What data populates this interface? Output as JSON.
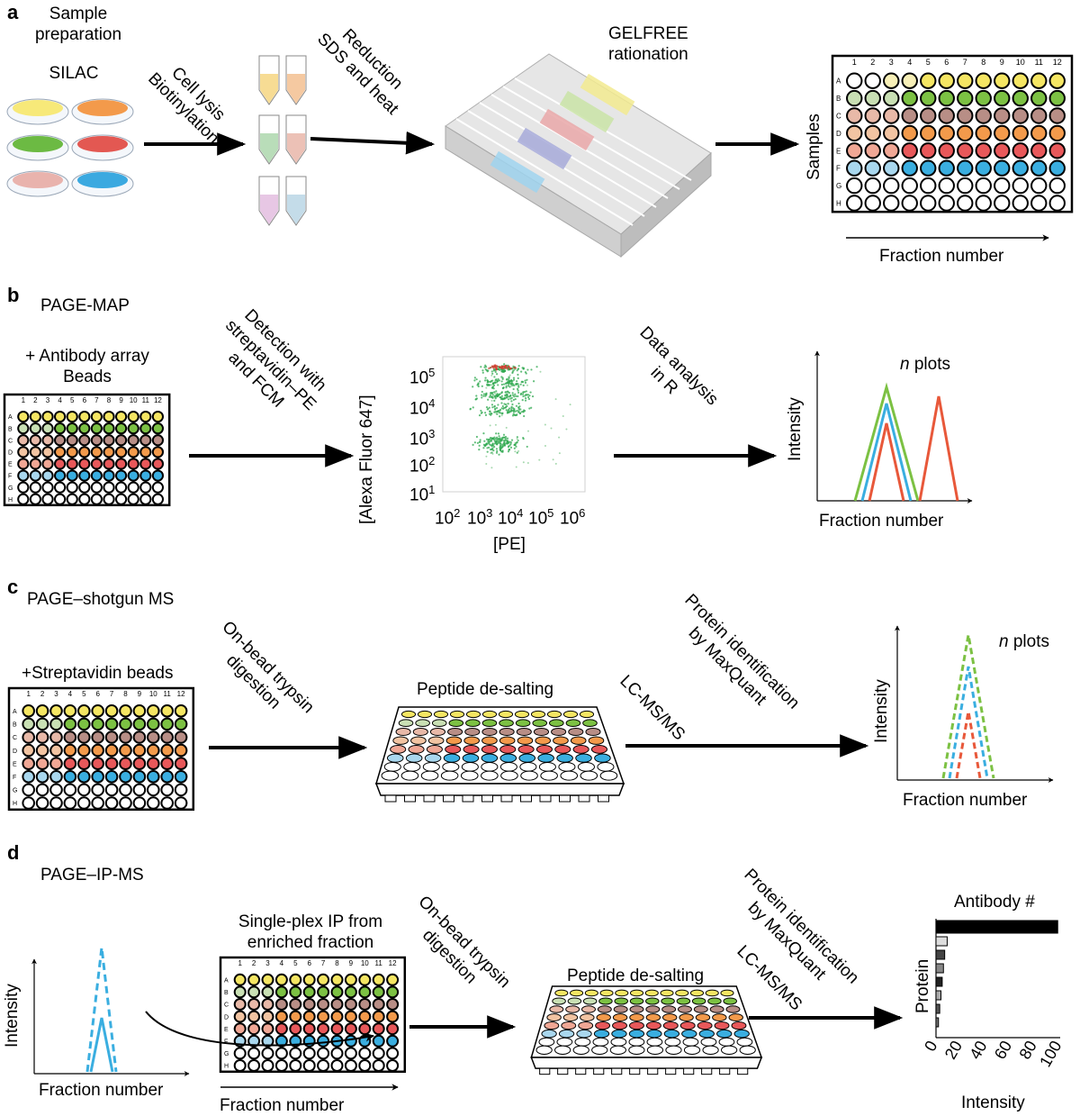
{
  "panels": {
    "a": {
      "letter": "a",
      "sample_prep_title": "Sample\npreparation",
      "silac": "SILAC",
      "step1": "Cell lysis\nBiotinylation",
      "step2": "Reduction\nSDS and heat",
      "gelfree": "GELFREE\nrationation",
      "samples_axis": "Samples",
      "fraction_axis": "Fraction number",
      "plate_cols": [
        "1",
        "2",
        "3",
        "4",
        "5",
        "6",
        "7",
        "8",
        "9",
        "10",
        "11",
        "12"
      ],
      "plate_rows": [
        "A",
        "B",
        "C",
        "D",
        "E",
        "F",
        "G",
        "H"
      ]
    },
    "b": {
      "letter": "b",
      "title": "PAGE-MAP",
      "input": "+ Antibody array\nBeads",
      "step1": "Detection with\nstreptavidin–PE\nand FCM",
      "step2": "Data analysis\nin R",
      "y_axis": "[Alexa Fluor 647]",
      "x_axis": "[PE]",
      "y_ticks": [
        "10",
        "10",
        "10",
        "10",
        "10"
      ],
      "y_exp": [
        "5",
        "4",
        "3",
        "2",
        "1"
      ],
      "x_ticks": [
        "10",
        "10",
        "10",
        "10",
        "10"
      ],
      "x_exp": [
        "2",
        "3",
        "4",
        "5",
        "6"
      ],
      "plots_n": "n",
      "plots_label": " plots",
      "intensity": "Intensity",
      "fraction": "Fraction number"
    },
    "c": {
      "letter": "c",
      "title": "PAGE–shotgun MS",
      "input": "+Streptavidin beads",
      "step1": "On-bead trypsin\ndigestion",
      "desalt": "Peptide de-salting",
      "lcms": "LC-MS/MS",
      "step2": "Protein identification\nby MaxQuant",
      "plots_n": "n",
      "plots_label": " plots",
      "intensity": "Intensity",
      "fraction": "Fraction number"
    },
    "d": {
      "letter": "d",
      "title": "PAGE–IP-MS",
      "intensity": "Intensity",
      "fraction": "Fraction number",
      "ip_title": "Single-plex IP from\nenriched fraction",
      "step1": "On-bead trypsin\ndigestion",
      "desalt": "Peptide de-salting",
      "lcms": "LC-MS/MS",
      "step2": "Protein identification\nby MaxQuant",
      "fraction2": "Fraction number",
      "antibody": "Antibody #",
      "protein": "Protein",
      "bar_x_label": "Intensity",
      "bar_ticks": [
        "0",
        "20",
        "40",
        "60",
        "80",
        "100"
      ]
    }
  },
  "colors": {
    "yellow": "#f5e663",
    "green": "#7cc143",
    "lightgreen": "#c9e0b4",
    "pink": "#e8b9a8",
    "mauve": "#b88e86",
    "peach": "#f2c4a2",
    "orange": "#f39a4b",
    "red": "#e8585a",
    "salmon": "#f0a795",
    "blue": "#3aaee0",
    "lightblue": "#a9d7ee",
    "darkgreen": "#1a9e3f"
  },
  "chart_data": [
    {
      "type": "bar",
      "title": "Antibody #",
      "ylabel": "Protein",
      "xlabel": "Intensity",
      "xlim": [
        0,
        100
      ],
      "values": [
        98,
        9,
        7,
        6,
        5,
        4,
        3,
        2
      ]
    }
  ]
}
